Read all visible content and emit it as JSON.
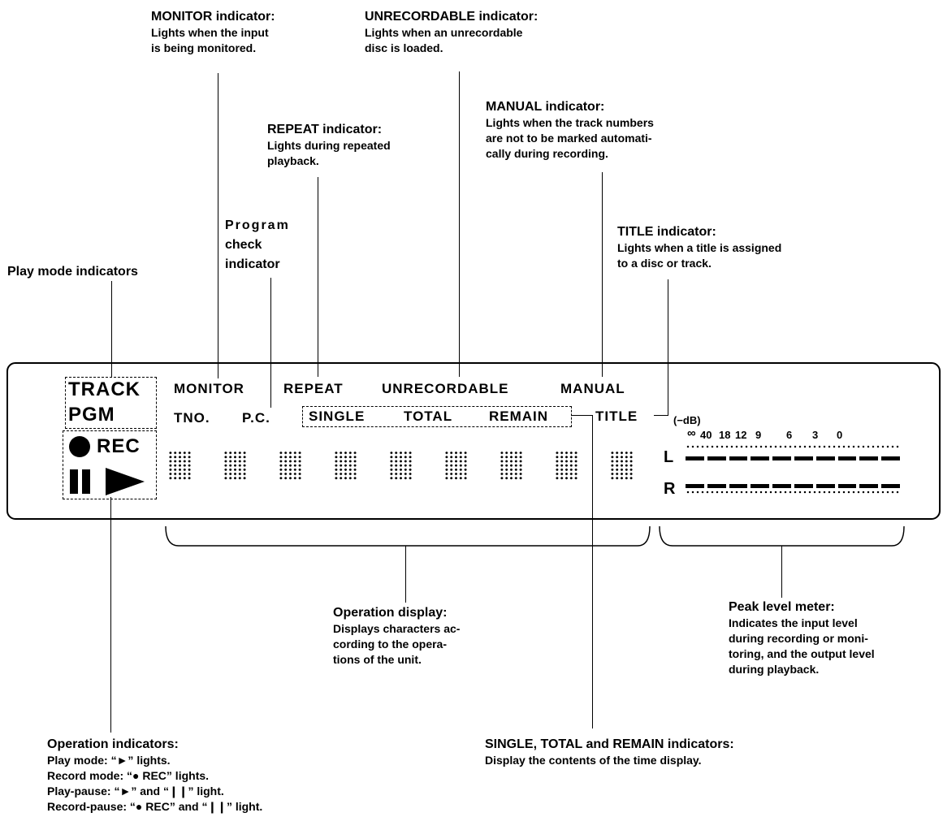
{
  "annotations": {
    "monitor": {
      "title": "MONITOR indicator:",
      "lines": [
        "Lights when the input",
        "is being monitored."
      ]
    },
    "unrecordable": {
      "title": "UNRECORDABLE indicator:",
      "lines": [
        "Lights when an unrecordable",
        "disc is loaded."
      ]
    },
    "manual": {
      "title": "MANUAL indicator:",
      "lines": [
        "Lights when the track numbers",
        "are not to be marked automati-",
        "cally during recording."
      ]
    },
    "repeat": {
      "title": "REPEAT indicator:",
      "lines": [
        "Lights during repeated",
        "playback."
      ]
    },
    "program_check": {
      "lines": [
        "Program",
        "check",
        "indicator"
      ]
    },
    "title": {
      "title": "TITLE indicator:",
      "lines": [
        "Lights when a title is assigned",
        "to a disc or track."
      ]
    },
    "play_mode": {
      "title": "Play mode indicators"
    },
    "operation_display": {
      "title": "Operation display:",
      "lines": [
        "Displays characters ac-",
        "cording to the opera-",
        "tions of the unit."
      ]
    },
    "peak_meter": {
      "title": "Peak level meter:",
      "lines": [
        "Indicates the input level",
        "during recording or moni-",
        "toring, and the output level",
        "during playback."
      ]
    },
    "operation_indicators": {
      "title": "Operation indicators:",
      "lines": [
        "Play mode: “►” lights.",
        "Record mode: “● REC” lights.",
        "Play-pause: “►” and “❙❙” light.",
        "Record-pause: “● REC” and “❙❙” light."
      ]
    },
    "time_indicators": {
      "title": "SINGLE, TOTAL and REMAIN indicators:",
      "lines": [
        "Display the contents of the time display."
      ]
    }
  },
  "display": {
    "track": "TRACK",
    "pgm": "PGM",
    "rec": "REC",
    "monitor": "MONITOR",
    "repeat": "REPEAT",
    "unrecordable": "UNRECORDABLE",
    "manual": "MANUAL",
    "tno": "TNO.",
    "pc": "P.C.",
    "single": "SINGLE",
    "total": "TOTAL",
    "remain": "REMAIN",
    "title": "TITLE",
    "db_label": "(−dB)",
    "scale": [
      "∞",
      "40",
      "18",
      "12",
      "9",
      "6",
      "3",
      "0"
    ],
    "channel_left": "L",
    "channel_right": "R",
    "meter_segments": 10
  }
}
